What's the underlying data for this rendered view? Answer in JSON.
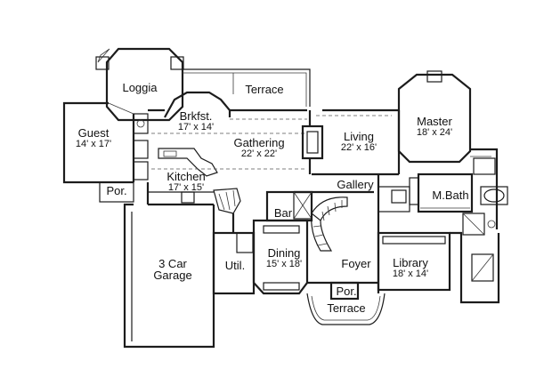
{
  "rooms": {
    "loggia": {
      "name": "Loggia"
    },
    "terrace_top": {
      "name": "Terrace"
    },
    "guest": {
      "name": "Guest",
      "dims": "14' x 17'"
    },
    "brkfst": {
      "name": "Brkfst.",
      "dims": "17' x 14'"
    },
    "gathering": {
      "name": "Gathering",
      "dims": "22' x 22'"
    },
    "living": {
      "name": "Living",
      "dims": "22' x 16'"
    },
    "master": {
      "name": "Master",
      "dims": "18' x 24'"
    },
    "kitchen": {
      "name": "Kitchen",
      "dims": "17' x 15'"
    },
    "por_left": {
      "name": "Por."
    },
    "gallery": {
      "name": "Gallery"
    },
    "mbath": {
      "name": "M.Bath"
    },
    "bar": {
      "name": "Bar"
    },
    "garage": {
      "name": "3 Car",
      "name2": "Garage"
    },
    "util": {
      "name": "Util."
    },
    "dining": {
      "name": "Dining",
      "dims": "15' x 18'"
    },
    "foyer": {
      "name": "Foyer"
    },
    "library": {
      "name": "Library",
      "dims": "18' x 14'"
    },
    "por_front": {
      "name": "Por."
    },
    "terrace_front": {
      "name": "Terrace"
    }
  }
}
